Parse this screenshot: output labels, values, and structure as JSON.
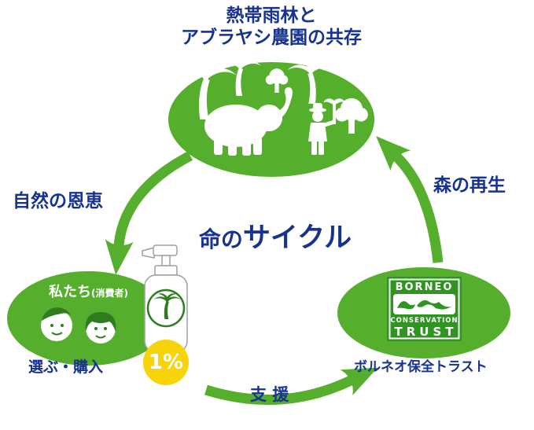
{
  "colors": {
    "green": "#56ae2d",
    "blue": "#17338f",
    "yellow": "#f7d408",
    "logo_green": "#2f9420"
  },
  "title": {
    "line1": "熱帯雨林と",
    "line2": "アブラヤシ農園の共存"
  },
  "center_title": {
    "prefix": "命の",
    "main": "サイクル"
  },
  "cycle_labels": {
    "nature_blessing": "自然の恩恵",
    "forest_regeneration": "森の再生",
    "support": "支 援"
  },
  "consumers": {
    "label": "私たち",
    "sublabel": "(消費者)",
    "action": "選ぶ・購入",
    "donation": "1%"
  },
  "bct": {
    "logo_line1": "BORNEO",
    "logo_line2": "CONSERVATION",
    "logo_line3": "TRUST",
    "caption": "ボルネオ保全トラスト"
  }
}
